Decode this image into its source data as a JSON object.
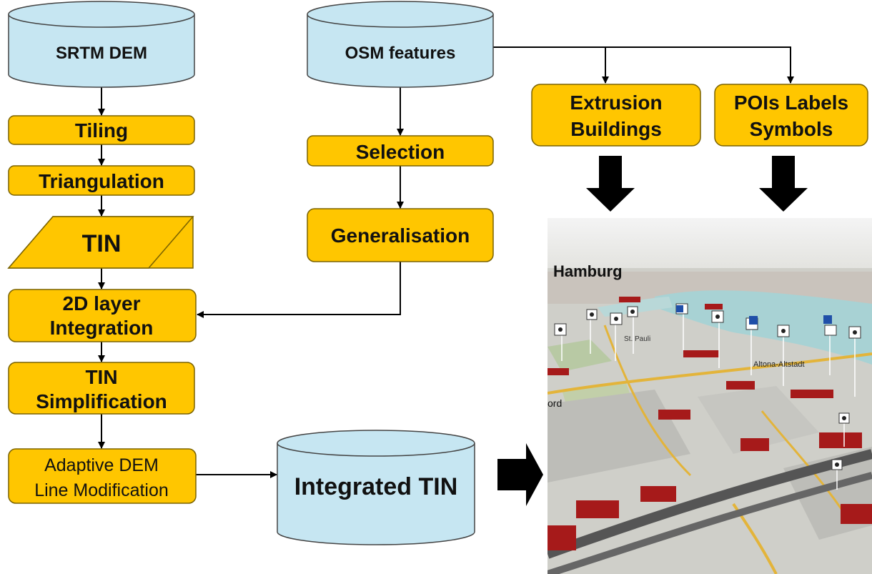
{
  "colors": {
    "process_fill": "#ffc600",
    "process_stroke": "#7a6200",
    "database_fill": "#c6e6f2",
    "database_stroke": "#444444",
    "arrow": "#000000",
    "map_ground": "#cfcfc9",
    "map_water": "#a8d2d4",
    "map_building": "#a61a1a",
    "map_road": "#f0b400"
  },
  "left_column": {
    "source": "SRTM DEM",
    "steps": [
      "Tiling",
      "Triangulation"
    ],
    "tin": "TIN",
    "integration": [
      "2D layer",
      "Integration"
    ],
    "simplification": [
      "TIN",
      "Simplification"
    ],
    "modification": [
      "Adaptive DEM",
      "Line Modification"
    ]
  },
  "middle_column": {
    "source": "OSM features",
    "selection": "Selection",
    "generalisation": "Generalisation"
  },
  "right_column": {
    "extrusion": [
      "Extrusion",
      "Buildings"
    ],
    "pois": [
      "POIs Labels",
      "Symbols"
    ]
  },
  "output": {
    "integrated_tin": "Integrated TIN"
  },
  "map_image": {
    "labels": {
      "city": "Hamburg",
      "district_1": "St. Pauli",
      "district_2": "Altona-Altstadt",
      "district_3": "ord"
    }
  }
}
